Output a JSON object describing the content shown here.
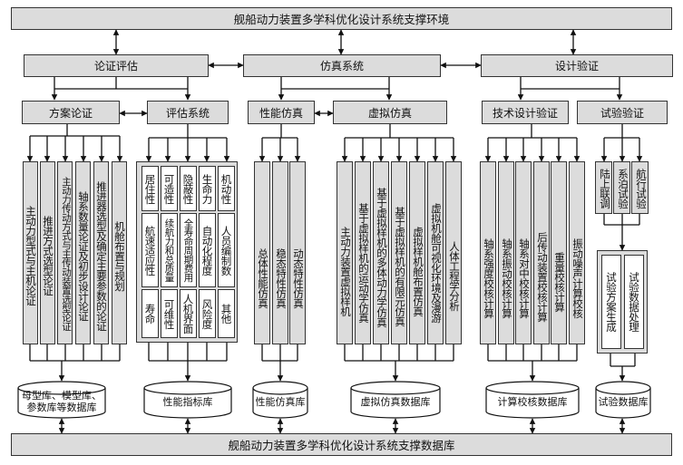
{
  "top_bar": "舰船动力装置多学科优化设计系统支撑环境",
  "bottom_bar": "舰船动力装置多学科优化设计系统支撑数据库",
  "level1": {
    "analysis": "论证评估",
    "simulation": "仿真系统",
    "verification": "设计验证"
  },
  "level2": {
    "scheme": "方案论证",
    "evaluation": "评估系统",
    "performance_sim": "性能仿真",
    "virtual_sim": "虚拟仿真",
    "tech_verify": "技术设计验证",
    "test_verify": "试验验证"
  },
  "scheme_items": [
    "主动力型式与主机论证",
    "推进方式选型论证",
    "主动力传动方式与主传动装置选型论证",
    "轴系数量论证及初步设计论证",
    "推进器选型及确定主要参数的论证",
    "机舱布置与规划"
  ],
  "eval_cells": {
    "habitability": "居住性",
    "manufacturability": "可造性",
    "stealth": "隐蔽性",
    "survivability": "生命力",
    "mobility": "机动性",
    "speed_adapt": "航速适应性",
    "endurance_quality": "续航力和总质量",
    "lifecycle_cost": "全寿命周期费用",
    "automation": "自动化程度",
    "staffing": "人员编制数",
    "life": "寿命",
    "maintainability": "可维性",
    "hmi": "人机界面",
    "risk": "风险度",
    "other": "其他"
  },
  "perf_items": [
    "总体性能仿真",
    "稳态特性仿真",
    "动态特性仿真"
  ],
  "virtual_items": [
    "主动力装置虚拟样机",
    "基于虚拟样机的运动学仿真",
    "基于虚拟样机的多体动力学仿真",
    "基于虚拟样机的有限元仿真",
    "虚拟样机舱布置仿真",
    "虚拟机舱可视化环境及漫游",
    "人体工程学分析"
  ],
  "tech_items": [
    "轴系强度校核计算",
    "轴系振动校核计算",
    "轴系对中校核计算",
    "后传动装置校核计算",
    "重量校核计算",
    "振动噪声计算校核"
  ],
  "test_items": [
    "陆上联调",
    "系泊试验",
    "航行试验"
  ],
  "test_results": [
    "试验方案生成",
    "试验数据处理"
  ],
  "databases": [
    "母型库、模型库、参数库等数据库",
    "性能指标库",
    "性能仿真库",
    "虚拟仿真数据库",
    "计算校核数据库",
    "试验数据库"
  ]
}
